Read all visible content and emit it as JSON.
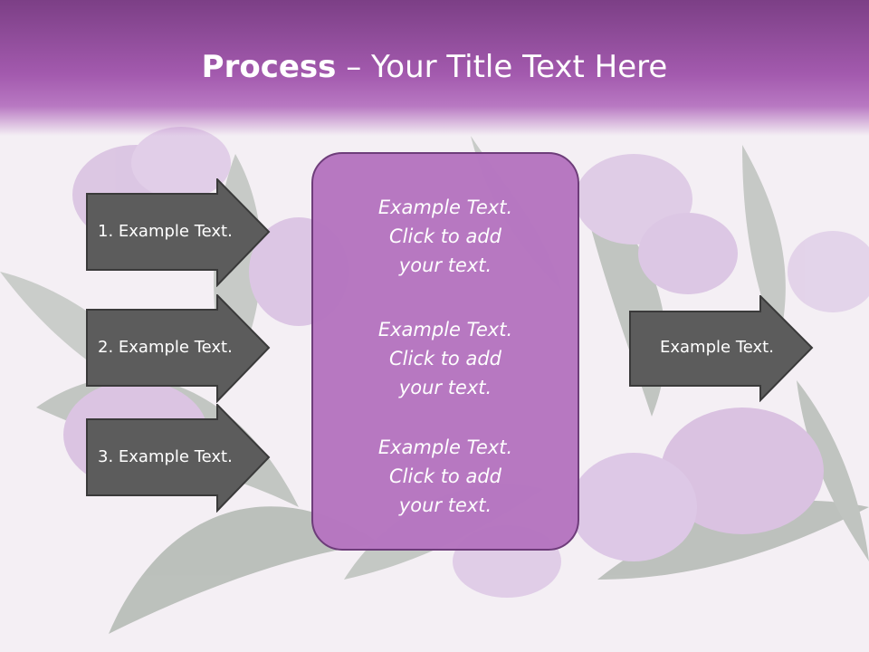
{
  "title": {
    "bold": "Process",
    "dash": " – ",
    "rest": "Your Title Text Here"
  },
  "left_arrows": [
    {
      "label": "1. Example Text."
    },
    {
      "label": "2. Example Text."
    },
    {
      "label": "3. Example Text."
    }
  ],
  "center_box": {
    "paragraphs": [
      {
        "line1": "Example Text.",
        "line2": "Click  to add",
        "line3": "your text."
      },
      {
        "line1": "Example Text.",
        "line2": "Click  to add",
        "line3": "your text."
      },
      {
        "line1": "Example Text.",
        "line2": "Click  to add",
        "line3": "your text."
      }
    ]
  },
  "right_arrow": {
    "label": "Example Text."
  },
  "colors": {
    "title_bar": "#a35aae",
    "arrow_fill": "#5c5c5c",
    "arrow_stroke": "#3a3a3a",
    "center_fill": "#b676c1",
    "center_stroke": "#6c3a78"
  }
}
